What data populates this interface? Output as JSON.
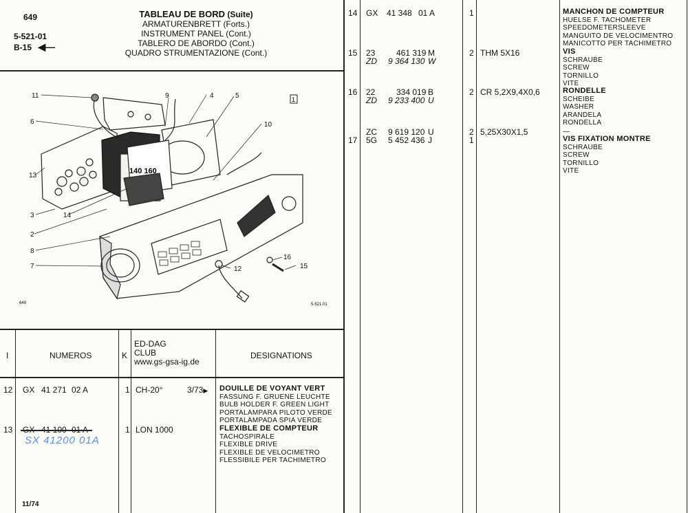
{
  "header": {
    "page_number": "649",
    "ref_code": "5-521-01",
    "ref_sub": "B-15",
    "title_fr": "TABLEAU DE BORD",
    "title_fr_suffix": "(Suite)",
    "title_de": "ARMATURENBRETT (Forts.)",
    "title_en": "INSTRUMENT PANEL (Cont.)",
    "title_es": "TABLERO DE ABORDO (Cont.)",
    "title_it": "QUADRO STRUMENTAZIONE (Cont.)"
  },
  "diagram": {
    "view_number": "1",
    "figure_small_left": "649",
    "figure_small_right": "5-521.01",
    "callouts": [
      "11",
      "9",
      "4",
      "5",
      "6",
      "10",
      "13",
      "3",
      "14",
      "2",
      "8",
      "7",
      "12",
      "16",
      "15"
    ],
    "gauge_label": "140 160"
  },
  "table_headers": {
    "i": "I",
    "numeros": "NUMEROS",
    "k": "K",
    "club_line1": "ED-DAG",
    "club_line2": "CLUB",
    "club_url": "www.gs-gsa-ig.de",
    "designations": "DESIGNATIONS"
  },
  "left_rows": [
    {
      "item": "12",
      "prefix": "GX",
      "number": "41 271",
      "suffix": "02 A",
      "qty": "1",
      "spec": "CH-20°",
      "date": "3/73",
      "designations": [
        "DOUILLE DE VOYANT VERT",
        "FASSUNG F. GRUENE LEUCHTE",
        "BULB HOLDER F. GREEN LIGHT",
        "PORTALAMPARA PILOTO VERDE",
        "PORTALAMPADA SPIA VERDE"
      ]
    },
    {
      "item": "13",
      "prefix": "GX",
      "number": "41 100",
      "suffix": "01 A",
      "handwritten": "SX 41200 01A",
      "qty": "1",
      "spec": "LON 1000",
      "designations": [
        "FLEXIBLE DE COMPTEUR",
        "TACHOSPIRALE",
        "FLEXIBLE DRIVE",
        "FLEXIBLE DE VELOCIMETRO",
        "FLESSIBILE PER TACHIMETRO"
      ]
    }
  ],
  "footer": {
    "date": "11/74"
  },
  "right_rows": [
    {
      "item": "14",
      "prefix": "GX",
      "number": "41 348",
      "suffix": "01 A",
      "qty": "1",
      "spec": "",
      "designations": [
        "MANCHON DE COMPTEUR",
        "HUELSE F. TACHOMETER",
        "SPEEDOMETERSLEEVE",
        "MANGUITO DE VELOCIMENTRO",
        "MANICOTTO PER TACHIMETRO"
      ]
    },
    {
      "item": "15",
      "prefix": "23",
      "number": "461 319",
      "suffix": "M",
      "alt_prefix": "ZD",
      "alt_number": "9 364 130",
      "alt_suffix": "W",
      "qty": "2",
      "spec": "THM 5X16",
      "designations": [
        "VIS",
        "SCHRAUBE",
        "SCREW",
        "TORNILLO",
        "VITE"
      ]
    },
    {
      "item": "16",
      "prefix": "22",
      "number": "334 019",
      "suffix": "B",
      "alt_prefix": "ZD",
      "alt_number": "9 233 400",
      "alt_suffix": "U",
      "qty": "2",
      "spec": "CR 5,2X9,4X0,6",
      "designations": [
        "RONDELLE",
        "SCHEIBE",
        "WASHER",
        "ARANDELA",
        "RONDELLA"
      ]
    },
    {
      "item": "",
      "prefix": "ZC",
      "number": "9 619 120",
      "suffix": "U",
      "qty": "2",
      "spec": "5,25X30X1,5",
      "designations": [
        "—"
      ]
    },
    {
      "item": "17",
      "prefix": "5G",
      "number": "5 452 436",
      "suffix": "J",
      "qty": "1",
      "spec": "",
      "designations": [
        "VIS FIXATION MONTRE",
        "SCHRAUBE",
        "SCREW",
        "TORNILLO",
        "VITE"
      ]
    }
  ]
}
